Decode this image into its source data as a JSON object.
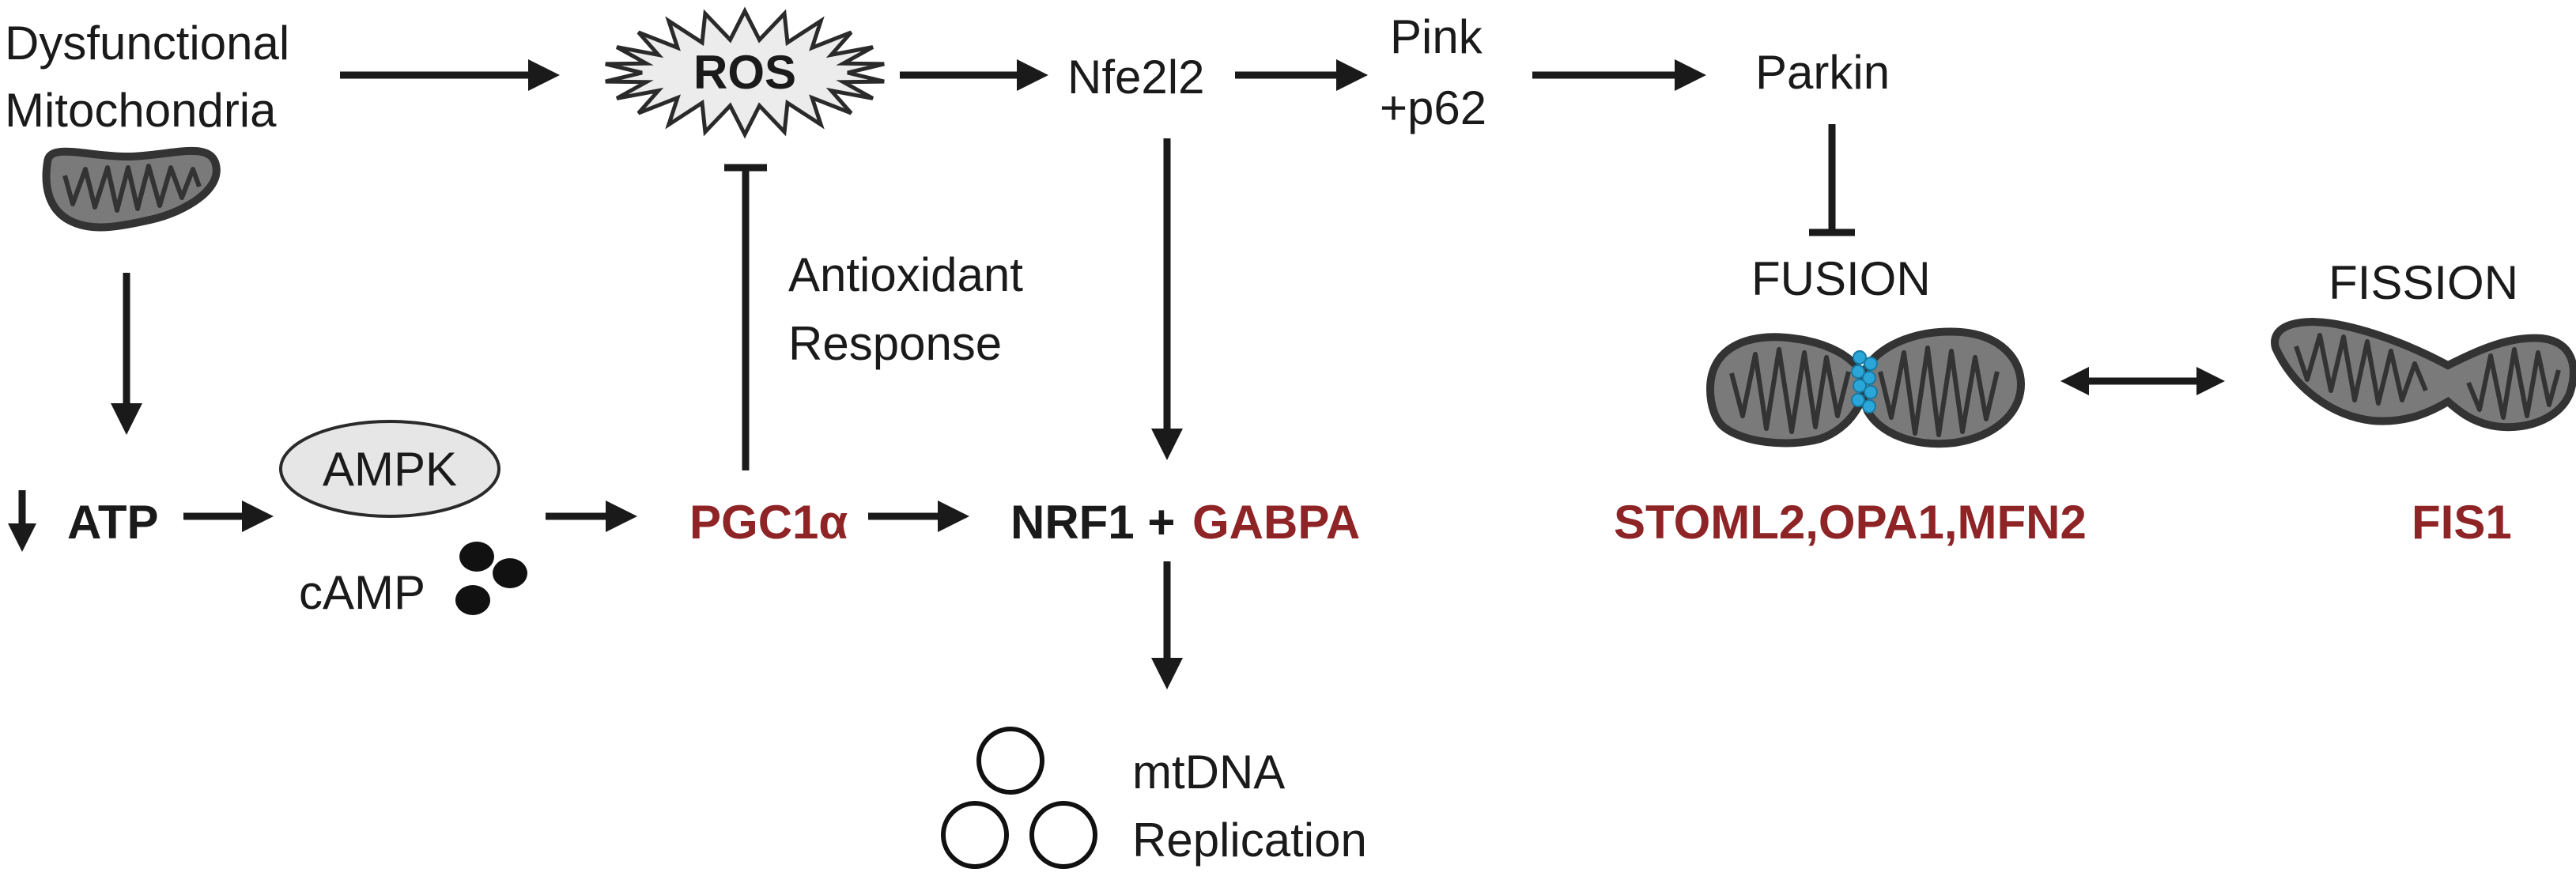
{
  "labels": {
    "dysfunctional_line1": "Dysfunctional",
    "dysfunctional_line2": "Mitochondria",
    "ros": "ROS",
    "nfe2l2": "Nfe2l2",
    "pink_line1": "Pink",
    "pink_line2": "+p62",
    "parkin": "Parkin",
    "antioxidant_line1": "Antioxidant",
    "antioxidant_line2": "Response",
    "fusion": "FUSION",
    "fission": "FISSION",
    "ampk": "AMPK",
    "atp": "ATP",
    "camp": "cAMP",
    "pgc1a": "PGC1α",
    "nrf1": "NRF1 +",
    "gabpa": "GABPA",
    "fusion_genes": "STOML2,OPA1,MFN2",
    "fis1": "FIS1",
    "mtdna_line1": "mtDNA",
    "mtdna_line2": "Replication"
  },
  "colors": {
    "text": "#1a1a1a",
    "highlight_red": "#8e2426",
    "mitochondria_fill": "#7a7a7a",
    "fusion_site": "#2aa7d8",
    "ros_burst_fill": "#ececec",
    "ampk_ellipse_fill": "#e6e6e6"
  },
  "icons": {
    "mitochondrion": "mitochondrion-icon",
    "fused_mitochondria": "fused-mitochondria-icon",
    "dividing_mitochondrion": "dividing-mitochondrion-icon",
    "ros_burst": "burst-icon",
    "camp_molecules": "molecule-dots-icon",
    "mtdna_circles": "circular-dna-icon",
    "atp_decrease": "down-arrow-icon"
  }
}
